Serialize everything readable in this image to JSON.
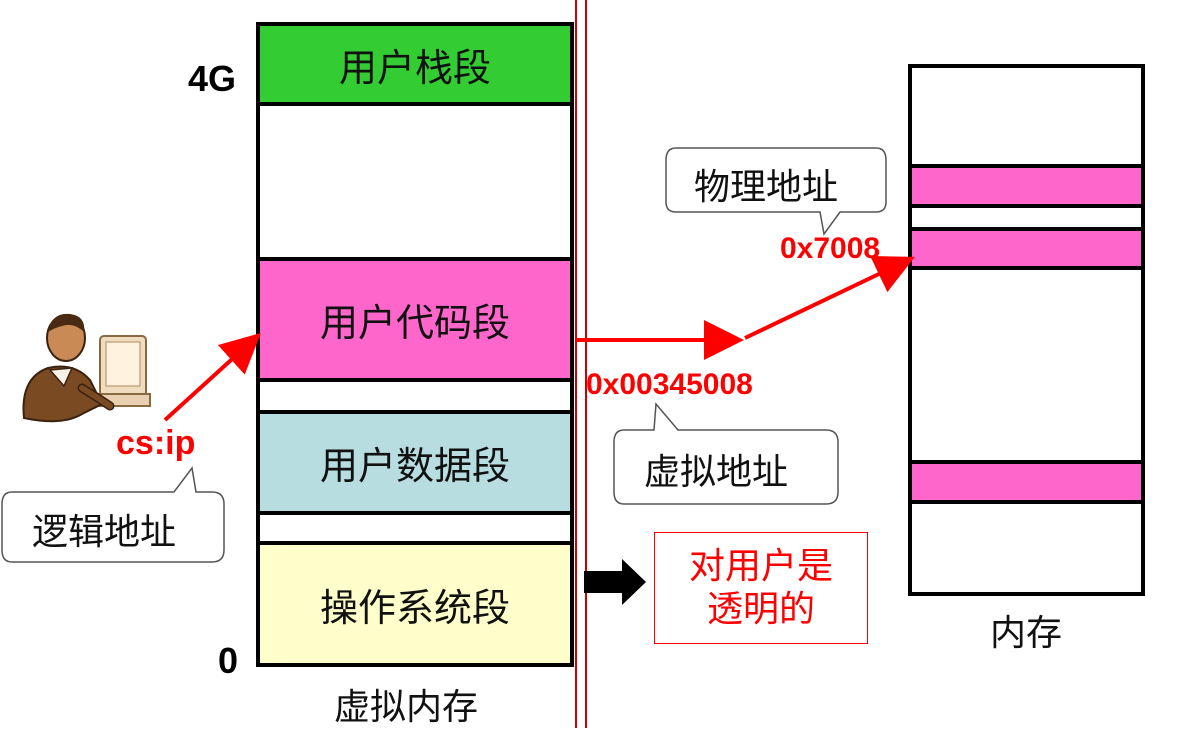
{
  "virtual_memory": {
    "caption": "虚拟内存",
    "top_label": "4G",
    "bottom_label": "0",
    "segments": {
      "user_stack": {
        "label": "用户栈段",
        "color": "#33cc33"
      },
      "user_code": {
        "label": "用户代码段",
        "color": "#ff66cc"
      },
      "user_data": {
        "label": "用户数据段",
        "color": "#b8dde0"
      },
      "os": {
        "label": "操作系统段",
        "color": "#ffffcc"
      }
    }
  },
  "logical_address": {
    "value": "cs:ip",
    "callout": "逻辑地址"
  },
  "virtual_address": {
    "value": "0x00345008",
    "callout": "虚拟地址"
  },
  "physical_address": {
    "value": "0x7008",
    "callout": "物理地址"
  },
  "transparent_note": {
    "line1": "对用户是",
    "line2": "透明的"
  },
  "physical_memory": {
    "caption": "内存",
    "block_color": "#ff66cc"
  },
  "colors": {
    "arrow": "#ff0000",
    "divider": "#cc0000",
    "label_red": "#ff0000"
  }
}
